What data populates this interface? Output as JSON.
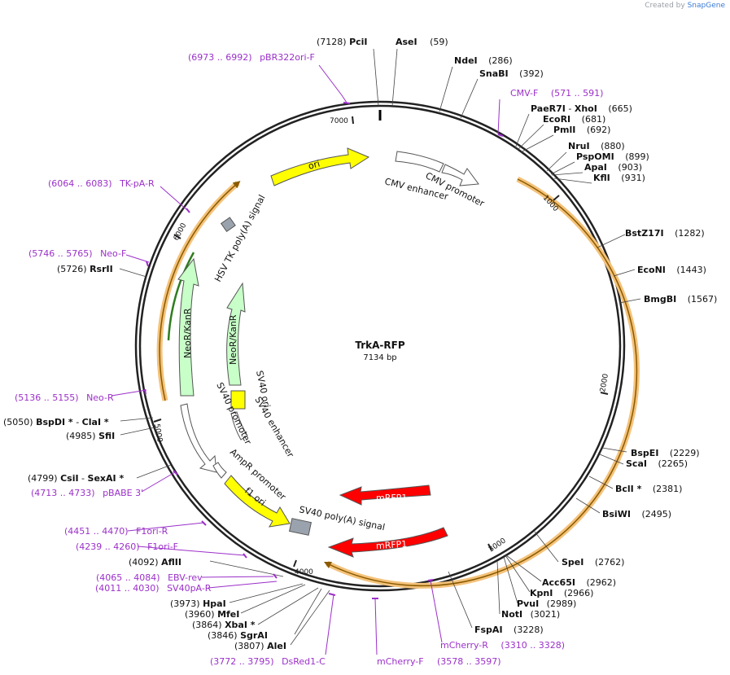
{
  "watermark": {
    "prefix": "Created by",
    "brand": "SnapGene"
  },
  "plasmid": {
    "name": "TrkA-RFP",
    "size_text": "7134 bp"
  },
  "tick_labels": [
    "1000",
    "2000",
    "3000",
    "4000",
    "5000",
    "6000",
    "7000"
  ],
  "features": {
    "ori": "ori",
    "cmv_promoter": "CMV promoter",
    "cmv_enhancer": "CMV enhancer",
    "hsv_tk": "HSV TK poly(A) signal",
    "neokan_outer": "NeoR/KanR",
    "neokan_inner": "NeoR/KanR",
    "sv40_ori": "SV40 ori",
    "sv40_enh": "SV40 enhancer",
    "sv40_prom": "SV40 promoter",
    "ampr_prom": "AmpR promoter",
    "f1_ori": "f1 ori",
    "sv40_pa": "SV40 poly(A) signal",
    "mrfp1_a": "mRFP1",
    "mrfp1_b": "mRFP1"
  },
  "sites": [
    {
      "id": "pcii",
      "name": "PciI",
      "pos": "(7128)"
    },
    {
      "id": "asei",
      "name": "AseI",
      "pos": "(59)"
    },
    {
      "id": "ndei",
      "name": "NdeI",
      "pos": "(286)"
    },
    {
      "id": "snabi",
      "name": "SnaBI",
      "pos": "(392)"
    },
    {
      "id": "paer7i",
      "name": "PaeR7I",
      "pos": ""
    },
    {
      "id": "xhoi",
      "name": "XhoI",
      "pos": "(665)"
    },
    {
      "id": "ecori",
      "name": "EcoRI",
      "pos": "(681)"
    },
    {
      "id": "pmli",
      "name": "PmlI",
      "pos": "(692)"
    },
    {
      "id": "srui",
      "name": "NruI",
      "pos": "(880)"
    },
    {
      "id": "pspomi",
      "name": "PspOMI",
      "pos": "(899)"
    },
    {
      "id": "apai",
      "name": "ApaI",
      "pos": "(903)"
    },
    {
      "id": "kfli",
      "name": "KflI",
      "pos": "(931)"
    },
    {
      "id": "bstz17i",
      "name": "BstZ17I",
      "pos": "(1282)"
    },
    {
      "id": "econi",
      "name": "EcoNI",
      "pos": "(1443)"
    },
    {
      "id": "bmgbi",
      "name": "BmgBI",
      "pos": "(1567)"
    },
    {
      "id": "bspei",
      "name": "BspEI",
      "pos": "(2229)"
    },
    {
      "id": "scai",
      "name": "ScaI",
      "pos": "(2265)"
    },
    {
      "id": "bcli",
      "name": "BclI *",
      "pos": "(2381)"
    },
    {
      "id": "bsiwi",
      "name": "BsiWI",
      "pos": "(2495)"
    },
    {
      "id": "spei",
      "name": "SpeI",
      "pos": "(2762)"
    },
    {
      "id": "acc65i",
      "name": "Acc65I",
      "pos": "(2962)"
    },
    {
      "id": "kpni",
      "name": "KpnI",
      "pos": "(2966)"
    },
    {
      "id": "pvui",
      "name": "PvuI",
      "pos": "(2989)"
    },
    {
      "id": "noti",
      "name": "NotI",
      "pos": "(3021)"
    },
    {
      "id": "fspai",
      "name": "FspAI",
      "pos": "(3228)"
    },
    {
      "id": "alei",
      "name": "AleI",
      "pos": "(3807)"
    },
    {
      "id": "sgrai",
      "name": "SgrAI",
      "pos": "(3846)"
    },
    {
      "id": "xbai",
      "name": "XbaI *",
      "pos": "(3864)"
    },
    {
      "id": "mfei",
      "name": "MfeI",
      "pos": "(3960)"
    },
    {
      "id": "hpai",
      "name": "HpaI",
      "pos": "(3973)"
    },
    {
      "id": "aflii",
      "name": "AflII",
      "pos": "(4092)"
    },
    {
      "id": "csii",
      "name": "CsiI",
      "pos": "(4799)"
    },
    {
      "id": "sexai",
      "name": "SexAI *",
      "pos": ""
    },
    {
      "id": "sfii",
      "name": "SfiI",
      "pos": "(4985)"
    },
    {
      "id": "bspdi",
      "name": "BspDI *",
      "pos": "(5050)"
    },
    {
      "id": "clai",
      "name": "ClaI *",
      "pos": ""
    },
    {
      "id": "rsrii",
      "name": "RsrII",
      "pos": "(5726)"
    }
  ],
  "primers": [
    {
      "id": "pbr322",
      "range": "(6973 .. 6992)",
      "name": "pBR322ori-F"
    },
    {
      "id": "cmvf",
      "range": "(571 .. 591)",
      "name": "CMV-F"
    },
    {
      "id": "tkpar",
      "range": "(6064 .. 6083)",
      "name": "TK-pA-R"
    },
    {
      "id": "neof",
      "range": "(5746 .. 5765)",
      "name": "Neo-F"
    },
    {
      "id": "neor",
      "range": "(5136 .. 5155)",
      "name": "Neo-R"
    },
    {
      "id": "pbabe",
      "range": "(4713 .. 4733)",
      "name": "pBABE 3'"
    },
    {
      "id": "f1orir",
      "range": "(4451 .. 4470)",
      "name": "F1ori-R"
    },
    {
      "id": "f1orif",
      "range": "(4239 .. 4260)",
      "name": "F1ori-F"
    },
    {
      "id": "ebvrev",
      "range": "(4065 .. 4084)",
      "name": "EBV-rev"
    },
    {
      "id": "sv40par",
      "range": "(4011 .. 4030)",
      "name": "SV40pA-R"
    },
    {
      "id": "dsred",
      "range": "(3772 .. 3795)",
      "name": "DsRed1-C"
    },
    {
      "id": "mcherryf",
      "range": "",
      "name": "mCherry-F"
    },
    {
      "id": "mcherryr",
      "range": "(3310 .. 3328)",
      "name": "mCherry-R"
    },
    {
      "id": "mcherryr2",
      "range": "(3578 .. 3597)",
      "name": ""
    }
  ]
}
